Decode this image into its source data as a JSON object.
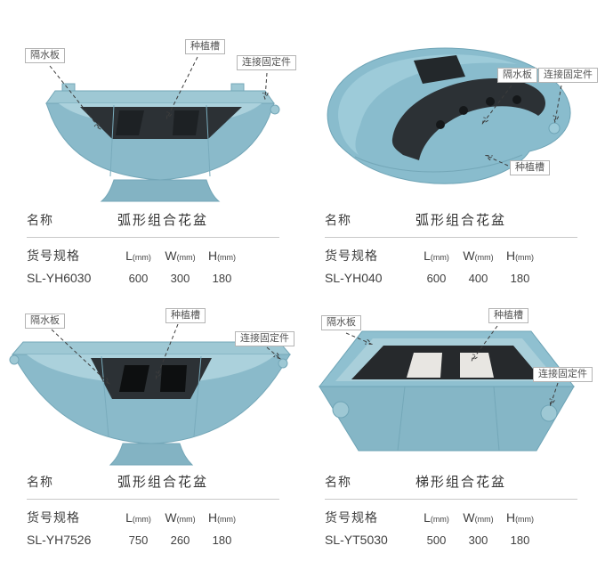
{
  "callouts": {
    "water_barrier": "隔水板",
    "planting_groove": "种植槽",
    "connector": "连接固定件"
  },
  "table": {
    "name_label": "名称",
    "spec_label": "货号规格",
    "dims": [
      {
        "letter": "L",
        "unit": "(mm)"
      },
      {
        "letter": "W",
        "unit": "(mm)"
      },
      {
        "letter": "H",
        "unit": "(mm)"
      }
    ]
  },
  "products": [
    {
      "name": "弧形组合花盆",
      "model": "SL-YH6030",
      "values": [
        "600",
        "300",
        "180"
      ]
    },
    {
      "name": "弧形组合花盆",
      "model": "SL-YH040",
      "values": [
        "600",
        "400",
        "180"
      ]
    },
    {
      "name": "弧形组合花盆",
      "model": "SL-YH7526",
      "values": [
        "750",
        "260",
        "180"
      ]
    },
    {
      "name": "梯形组合花盆",
      "model": "SL-YT5030",
      "values": [
        "500",
        "300",
        "180"
      ]
    }
  ],
  "colors": {
    "pot_body": "#8abaca",
    "pot_rim": "#9ec8d4",
    "pot_inner_wall": "#abd1dc",
    "pot_dark_interior": "#2c3135",
    "table_line": "#c8c8c8",
    "callout_border": "#b4b4b4",
    "arrow": "#3c3c3c"
  }
}
